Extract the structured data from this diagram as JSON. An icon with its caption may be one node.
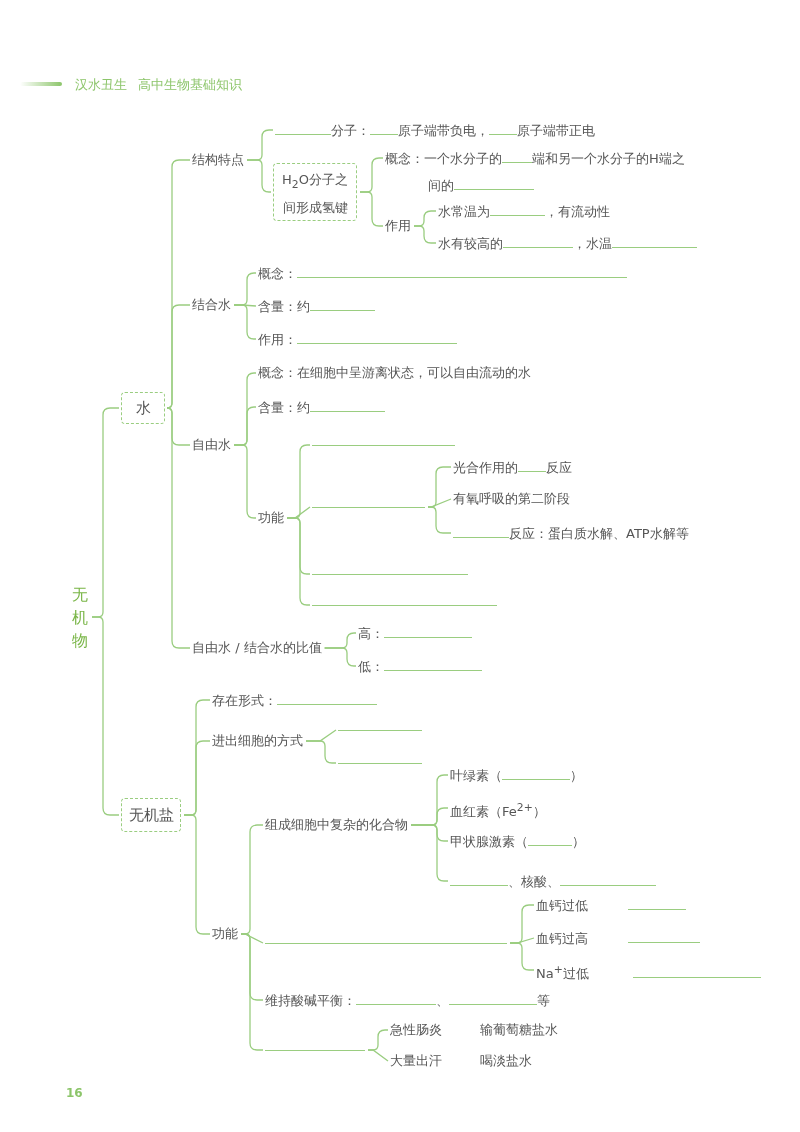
{
  "diagram": {
    "nodes": [
      {
        "text": [
          "无机物"
        ]
      },
      {
        "text": [
          "水"
        ]
      },
      {
        "text": [
          "结构特点"
        ]
      },
      {
        "text": [
          "分子：",
          "原子端带负电，",
          "原子端带正电"
        ]
      },
      {
        "text": [
          "H$_{2}$O分子之间形成氢键"
        ]
      },
      {
        "text": [
          "概念：一个水分子的",
          "端和另一个水分子的H端之间的"
        ]
      },
      {
        "text": [
          "作用"
        ]
      },
      {
        "text": [
          "水常温为",
          "，有流动性"
        ]
      },
      {
        "text": [
          "水有较高的",
          "，水温"
        ]
      },
      {
        "text": [
          "结合水"
        ]
      },
      {
        "text": [
          "概念："
        ]
      },
      {
        "text": [
          "含量：约"
        ]
      },
      {
        "text": [
          "作用："
        ]
      },
      {
        "text": [
          "自由水"
        ]
      },
      {
        "text": [
          "概念：在细胞中呈游离状态，可以自由流动的水"
        ]
      },
      {
        "text": [
          "含量：约"
        ]
      },
      {
        "text": [
          "功能"
        ]
      },
      {
        "text": [],
        "shape": "line"
      },
      {
        "text": [],
        "shape": "line"
      },
      {
        "text": [
          "光合作用的",
          "反应"
        ]
      },
      {
        "text": [
          "有氧呼吸的第二阶段"
        ]
      },
      {
        "text": [
          "反应：蛋白质水解、ATP水解等"
        ]
      },
      {
        "text": [],
        "shape": "line"
      },
      {
        "text": [],
        "shape": "line"
      },
      {
        "text": [
          "自由水 / 结合水的比值"
        ]
      },
      {
        "text": [
          "高："
        ]
      },
      {
        "text": [
          "低："
        ]
      },
      {
        "text": [
          "无机盐"
        ]
      },
      {
        "text": [
          "存在形式："
        ]
      },
      {
        "text": [
          "进出细胞的方式"
        ]
      },
      {
        "text": [],
        "shape": "line"
      },
      {
        "text": [],
        "shape": "line"
      },
      {
        "text": [
          "功能"
        ]
      },
      {
        "text": [
          "组成细胞中复杂的化合物"
        ]
      },
      {
        "text": [
          "叶绿素（",
          "）"
        ]
      },
      {
        "text": [
          "血红素（Fe$^{2+}$）"
        ]
      },
      {
        "text": [
          "甲状腺激素（",
          "）"
        ]
      },
      {
        "text": [
          "、核酸、"
        ]
      },
      {
        "text": [],
        "shape": "line"
      },
      {
        "text": [
          "血钙过低"
        ]
      },
      {
        "text": [
          "血钙过高"
        ]
      },
      {
        "text": [
          "Na$^{+}$过低"
        ]
      },
      {
        "text": [
          "维持酸碱平衡：",
          "、",
          "等"
        ]
      },
      {
        "text": [],
        "shape": "line"
      },
      {
        "text": [
          "急性肠炎",
          "输葡萄糖盐水"
        ]
      },
      {
        "text": [
          "大量出汗",
          "喝淡盐水"
        ]
      }
    ],
    "edges": [
      {
        "from": 0,
        "to": 1,
        "arrow": "none"
      },
      {
        "from": 0,
        "to": 27,
        "arrow": "none"
      },
      {
        "from": 1,
        "to": 2,
        "arrow": "none"
      },
      {
        "from": 1,
        "to": 9,
        "arrow": "none"
      },
      {
        "from": 1,
        "to": 13,
        "arrow": "none"
      },
      {
        "from": 1,
        "to": 24,
        "arrow": "none"
      },
      {
        "from": 2,
        "to": 3,
        "arrow": "none"
      },
      {
        "from": 2,
        "to": 4,
        "arrow": "none"
      },
      {
        "from": 4,
        "to": 5,
        "arrow": "none"
      },
      {
        "from": 4,
        "to": 6,
        "arrow": "none"
      },
      {
        "from": 6,
        "to": 7,
        "arrow": "none"
      },
      {
        "from": 6,
        "to": 8,
        "arrow": "none"
      },
      {
        "from": 9,
        "to": 10,
        "arrow": "none"
      },
      {
        "from": 9,
        "to": 11,
        "arrow": "none"
      },
      {
        "from": 9,
        "to": 12,
        "arrow": "none"
      },
      {
        "from": 13,
        "to": 14,
        "arrow": "none"
      },
      {
        "from": 13,
        "to": 15,
        "arrow": "none"
      },
      {
        "from": 13,
        "to": 16,
        "arrow": "none"
      },
      {
        "from": 16,
        "to": 17,
        "arrow": "none"
      },
      {
        "from": 16,
        "to": 18,
        "arrow": "none"
      },
      {
        "from": 16,
        "to": 22,
        "arrow": "none"
      },
      {
        "from": 16,
        "to": 23,
        "arrow": "none"
      },
      {
        "from": 18,
        "to": 19,
        "arrow": "none"
      },
      {
        "from": 18,
        "to": 20,
        "arrow": "none"
      },
      {
        "from": 18,
        "to": 21,
        "arrow": "none"
      },
      {
        "from": 24,
        "to": 25,
        "arrow": "none"
      },
      {
        "from": 24,
        "to": 26,
        "arrow": "none"
      },
      {
        "from": 27,
        "to": 28,
        "arrow": "none"
      },
      {
        "from": 27,
        "to": 29,
        "arrow": "none"
      },
      {
        "from": 27,
        "to": 32,
        "arrow": "none"
      },
      {
        "from": 29,
        "to": 30,
        "arrow": "none"
      },
      {
        "from": 29,
        "to": 31,
        "arrow": "none"
      },
      {
        "from": 32,
        "to": 33,
        "arrow": "none"
      },
      {
        "from": 32,
        "to": 38,
        "arrow": "none"
      },
      {
        "from": 32,
        "to": 42,
        "arrow": "none"
      },
      {
        "from": 32,
        "to": 43,
        "arrow": "none"
      },
      {
        "from": 33,
        "to": 34,
        "arrow": "none"
      },
      {
        "from": 33,
        "to": 35,
        "arrow": "none"
      },
      {
        "from": 33,
        "to": 36,
        "arrow": "none"
      },
      {
        "from": 33,
        "to": 37,
        "arrow": "none"
      },
      {
        "from": 38,
        "to": 39,
        "arrow": "none"
      },
      {
        "from": 38,
        "to": 40,
        "arrow": "none"
      },
      {
        "from": 38,
        "to": 41,
        "arrow": "none"
      },
      {
        "from": 43,
        "to": 44,
        "arrow": "none"
      },
      {
        "from": 43,
        "to": 45,
        "arrow": "none"
      }
    ],
    "labels": [
      "汉水丑生",
      "高中生物基础知识",
      "16"
    ]
  }
}
